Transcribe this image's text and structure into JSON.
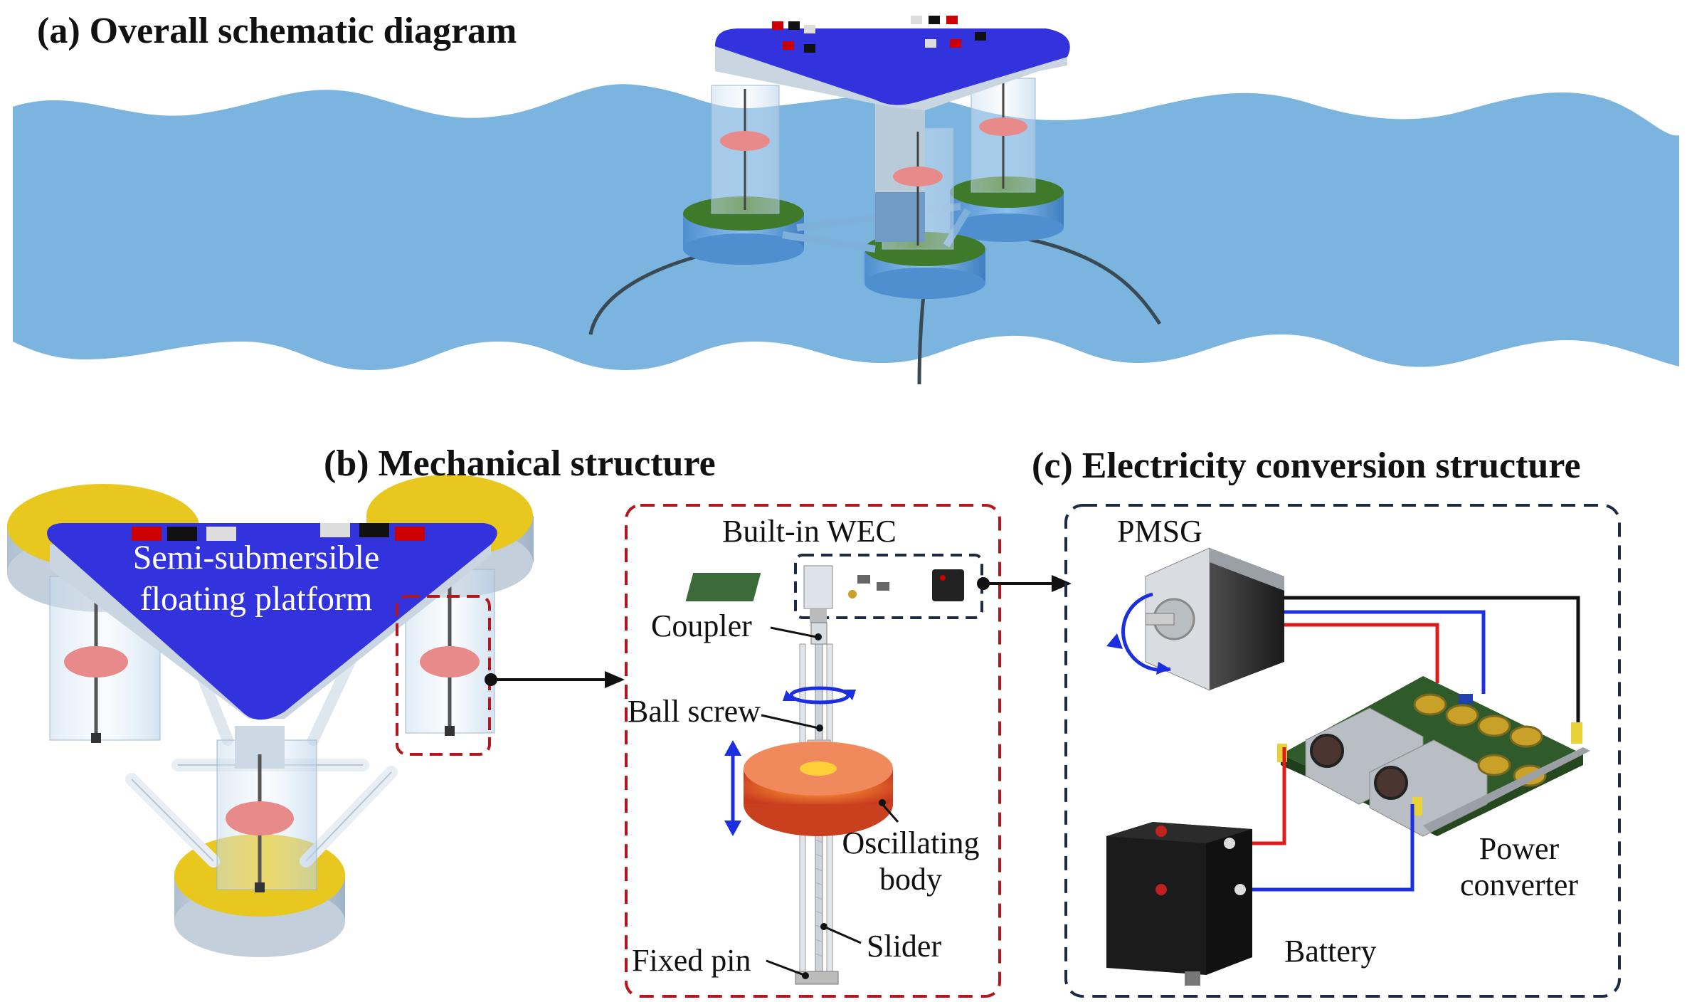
{
  "panels": {
    "a": {
      "title": "(a) Overall schematic diagram"
    },
    "b": {
      "title": "(b) Mechanical structure",
      "platform_label_1": "Semi-submersible",
      "platform_label_2": "floating platform",
      "wec_title": "Built-in WEC",
      "labels": {
        "coupler": "Coupler",
        "ball_screw": "Ball screw",
        "oscillating_1": "Oscillating",
        "oscillating_2": "body",
        "slider": "Slider",
        "fixed_pin": "Fixed pin"
      }
    },
    "c": {
      "title": "(c) Electricity conversion structure",
      "labels": {
        "pmsg": "PMSG",
        "power_1": "Power",
        "power_2": "converter",
        "battery": "Battery"
      }
    }
  },
  "colors": {
    "sea": "#7cb4e0",
    "platform_top": "#3333dd",
    "float_top": "#e8c81e",
    "dashed_red": "#b3161c",
    "dashed_navy": "#1e2a44",
    "oscillator": "#e85a2c",
    "wire_red": "#e01b1b",
    "wire_blue": "#1b2fe0",
    "wire_black": "#111111"
  },
  "icons": [
    "rotation-arrow-icon",
    "updown-arrow-icon",
    "right-arrow-icon"
  ]
}
